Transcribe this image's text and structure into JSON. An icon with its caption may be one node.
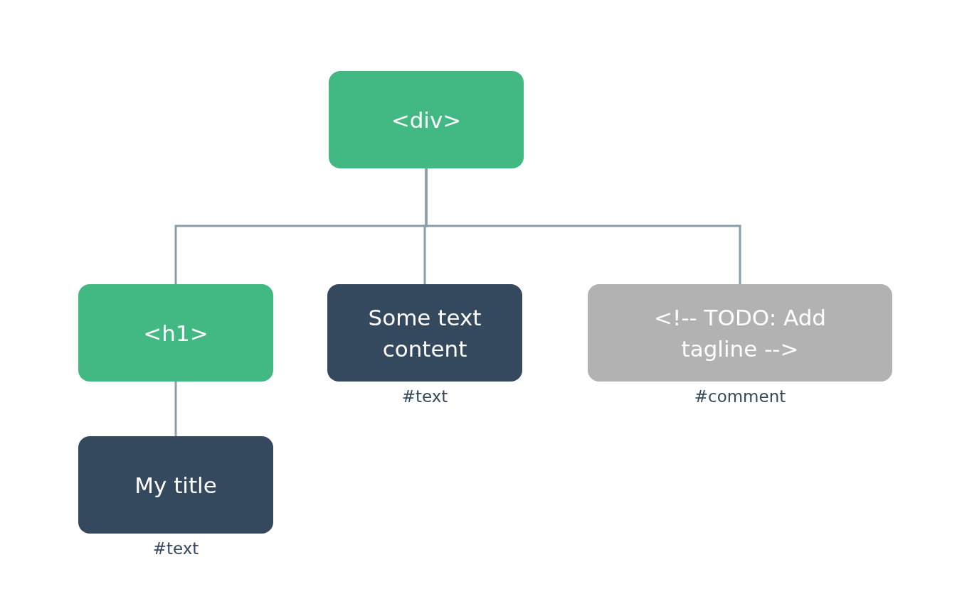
{
  "diagram": {
    "nodes": [
      {
        "text": [
          "<div>"
        ]
      },
      {
        "text": [
          "<h1>"
        ]
      },
      {
        "text": [
          "Some text content"
        ],
        "beside": [
          "#text"
        ]
      },
      {
        "text": [
          "<!-- TODO: Add tagline -->"
        ],
        "beside": [
          "#comment"
        ]
      },
      {
        "text": [
          "My title"
        ],
        "beside": [
          "#text"
        ]
      }
    ],
    "edges": [
      {
        "from": 0,
        "to": 1,
        "arrow": "none"
      },
      {
        "from": 0,
        "to": 2,
        "arrow": "none"
      },
      {
        "from": 0,
        "to": 3,
        "arrow": "none"
      },
      {
        "from": 1,
        "to": 4,
        "arrow": "none"
      }
    ]
  }
}
